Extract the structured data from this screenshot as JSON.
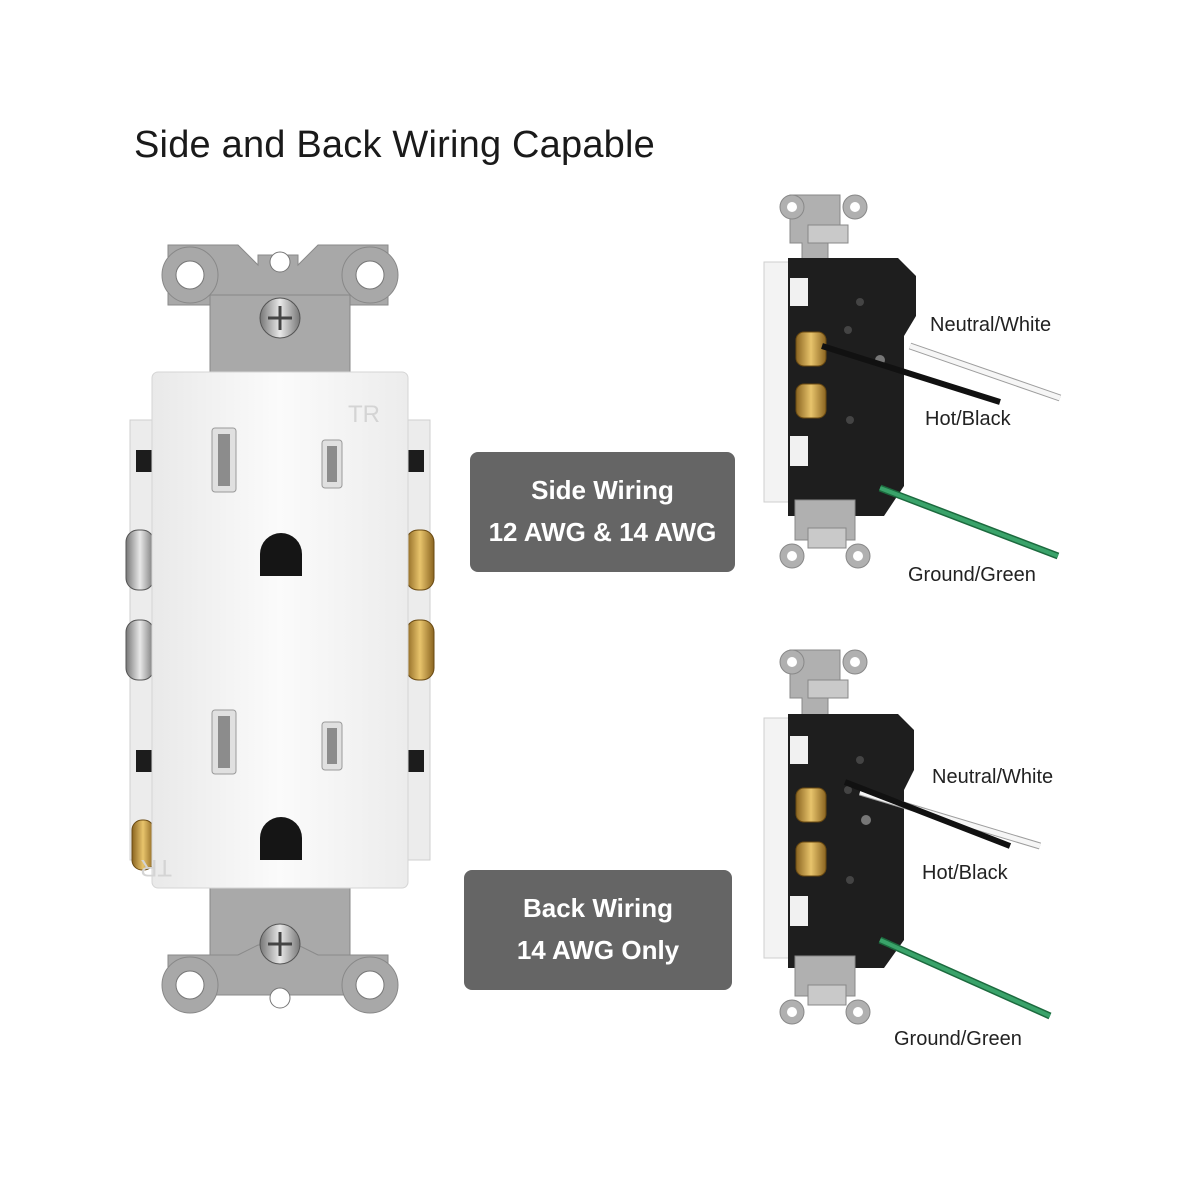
{
  "title": "Side and Back Wiring Capable",
  "receptacle": {
    "tr_mark_top": "TR",
    "tr_mark_bottom": "TR"
  },
  "side_wiring": {
    "line1": "Side Wiring",
    "line2": "12 AWG & 14 AWG",
    "labels": {
      "neutral": "Neutral/White",
      "hot": "Hot/Black",
      "ground": "Ground/Green"
    }
  },
  "back_wiring": {
    "line1": "Back Wiring",
    "line2": "14 AWG Only",
    "labels": {
      "neutral": "Neutral/White",
      "hot": "Hot/Black",
      "ground": "Ground/Green"
    }
  },
  "colors": {
    "callout_bg": "#656565",
    "strap": "#a9a9a9",
    "face": "#f7f7f7",
    "body_dark": "#1e1e1e",
    "brass": "#c79a3e",
    "ground_wire": "#3aa36a"
  }
}
